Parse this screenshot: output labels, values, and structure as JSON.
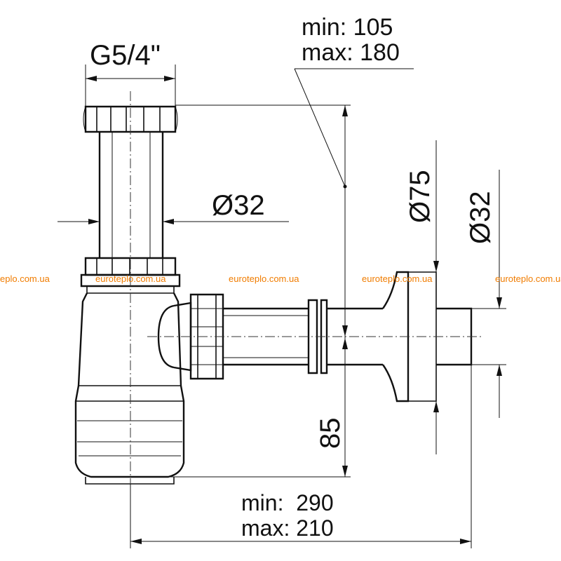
{
  "dimensions": {
    "thread": "G5/4\"",
    "tube_diameter": "Ø32",
    "height_min": "min: 105",
    "height_max": "max: 180",
    "flange_diameter": "Ø75",
    "outlet_diameter": "Ø32",
    "outlet_height": "85",
    "length_min": "min:  290",
    "length_max": "max: 210"
  },
  "watermarks": [
    "eplo.com.ua",
    "euroteplo.com.ua",
    "euroteplo.com.ua",
    "euroteplo.com.ua",
    "euroteplo.com.ua"
  ],
  "colors": {
    "line": "#111111",
    "watermark": "#f07c00"
  }
}
